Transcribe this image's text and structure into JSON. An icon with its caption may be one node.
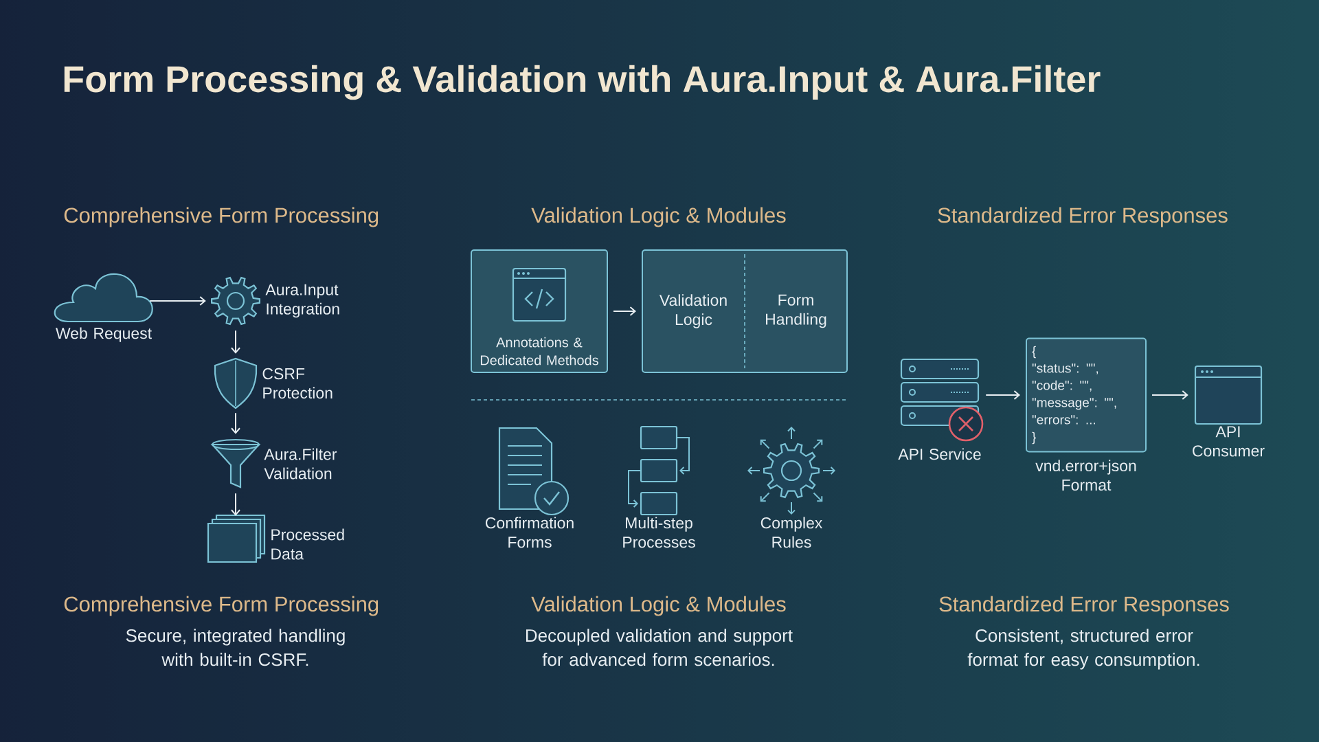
{
  "diagram": {
    "title": "Form Processing & Validation with Aura.Input & Aura.Filter",
    "nodes": [
      {
        "text": [
          "Web Request"
        ]
      },
      {
        "text": [
          "Aura.Input Integration"
        ]
      },
      {
        "text": [
          "CSRF Protection"
        ]
      },
      {
        "text": [
          "Aura.Filter Validation"
        ]
      },
      {
        "text": [
          "Processed Data"
        ]
      },
      {
        "text": [
          "Annotations & Dedicated Methods"
        ]
      },
      {
        "text": [],
        "shape": "box"
      },
      {
        "text": [
          "Validation Logic"
        ],
        "in": 6
      },
      {
        "text": [
          "Form Handling"
        ],
        "in": 6
      },
      {
        "text": [
          "Confirmation Forms"
        ]
      },
      {
        "text": [
          "Multi-step Processes"
        ]
      },
      {
        "text": [
          "Complex Rules"
        ]
      },
      {
        "text": [
          "API Service"
        ]
      },
      {
        "text": [
          "{",
          "\"status\": \"\",",
          "\"code\": \"\",",
          "\"message\": \"\",",
          "\"errors\": ...",
          "}"
        ],
        "beside": [
          "vnd.error+json Format"
        ]
      },
      {
        "text": [
          "API Consumer"
        ]
      }
    ],
    "edges": [
      {
        "from": 0,
        "to": 1,
        "arrow": "to"
      },
      {
        "from": 1,
        "to": 2,
        "arrow": "to"
      },
      {
        "from": 2,
        "to": 3,
        "arrow": "to"
      },
      {
        "from": 3,
        "to": 4,
        "arrow": "to"
      },
      {
        "from": 5,
        "to": 6,
        "arrow": "to"
      },
      {
        "from": 12,
        "to": 13,
        "arrow": "to"
      },
      {
        "from": 13,
        "to": 14,
        "arrow": "to"
      }
    ],
    "labels": [
      "Comprehensive Form Processing",
      "Validation Logic & Modules",
      "Standardized Error Responses",
      "Comprehensive Form Processing",
      "Validation Logic & Modules",
      "Standardized Error Responses",
      "Secure, integrated handling with built-in CSRF.",
      "Decoupled validation and support for advanced form scenarios.",
      "Consistent, structured error format for easy consumption."
    ]
  }
}
